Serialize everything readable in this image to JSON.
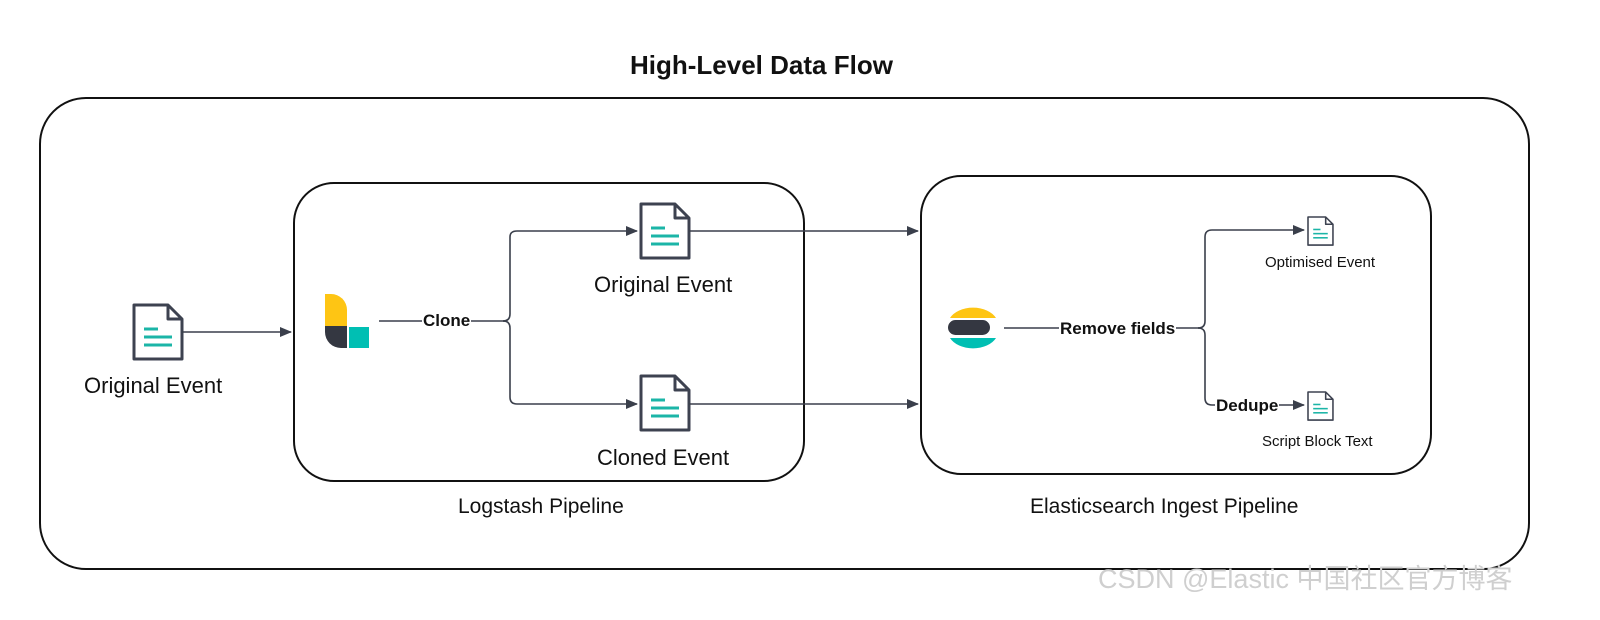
{
  "diagram": {
    "title": "High-Level Data Flow",
    "input_label": "Original Event",
    "logstash": {
      "label": "Logstash Pipeline",
      "edge_clone": "Clone",
      "out_original": "Original Event",
      "out_cloned": "Cloned Event"
    },
    "elasticsearch": {
      "label": "Elasticsearch Ingest Pipeline",
      "edge_remove": "Remove fields",
      "edge_dedupe": "Dedupe",
      "out_optimised": "Optimised Event",
      "out_script": "Script Block Text"
    }
  },
  "watermark": "CSDN @Elastic 中国社区官方博客",
  "colors": {
    "stroke": "#111111",
    "arrow": "#3a3f4b",
    "doc_outline": "#3d4250",
    "doc_lines": "#1bb5a7",
    "logstash_yellow": "#fec514",
    "logstash_dark": "#343741",
    "logstash_teal": "#00bfb3",
    "es_yellow": "#fec514",
    "es_dark": "#343741",
    "es_teal": "#00bfb3"
  }
}
